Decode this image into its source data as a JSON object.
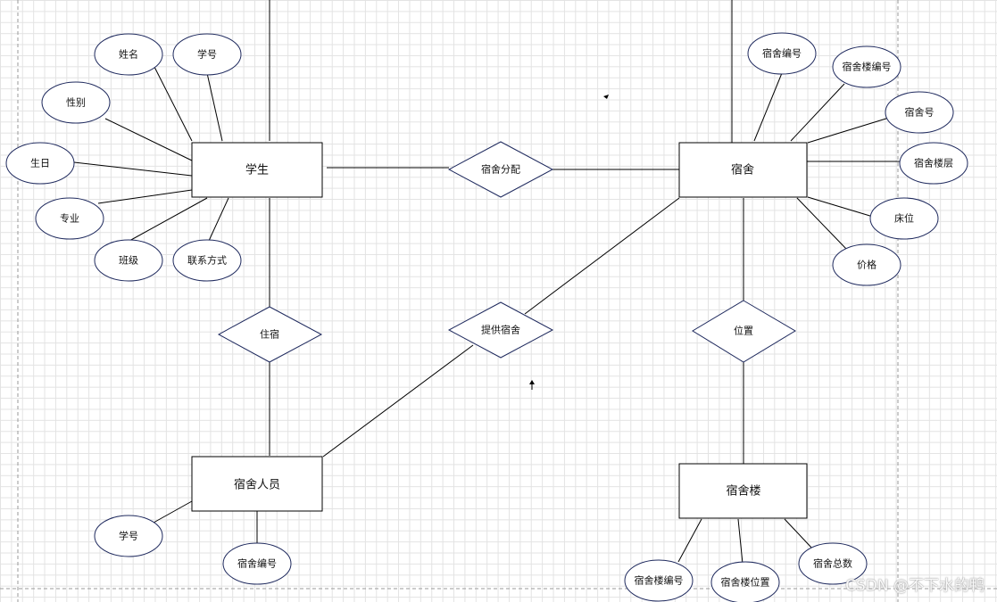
{
  "entities": {
    "student": "学生",
    "dorm": "宿舍",
    "resident": "宿舍人员",
    "building": "宿舍楼"
  },
  "relationships": {
    "assign": "宿舍分配",
    "live": "住宿",
    "provide": "提供宿舍",
    "location": "位置"
  },
  "attributes": {
    "student": [
      "姓名",
      "学号",
      "性别",
      "生日",
      "专业",
      "班级",
      "联系方式"
    ],
    "dorm": [
      "宿舍编号",
      "宿舍楼编号",
      "宿舍号",
      "宿舍楼层",
      "床位",
      "价格"
    ],
    "resident": [
      "学号",
      "宿舍编号"
    ],
    "building": [
      "宿舍楼编号",
      "宿舍楼位置",
      "宿舍总数"
    ]
  },
  "watermark": "CSDN @不下水的鸭"
}
